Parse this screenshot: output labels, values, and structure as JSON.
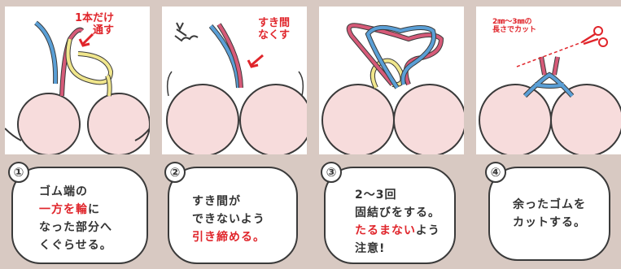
{
  "steps": [
    {
      "number": "①",
      "annotation": [
        "1本だけ",
        "通す"
      ],
      "lines": [
        [
          {
            "t": "ゴム端の",
            "red": false
          }
        ],
        [
          {
            "t": "一方を輪",
            "red": true
          },
          {
            "t": "に",
            "red": false
          }
        ],
        [
          {
            "t": "なった部分へ",
            "red": false
          }
        ],
        [
          {
            "t": "くぐらせる。",
            "red": false
          }
        ]
      ]
    },
    {
      "number": "②",
      "annotation": [
        "すき間",
        "なくす"
      ],
      "lines": [
        [
          {
            "t": "すき間が",
            "red": false
          }
        ],
        [
          {
            "t": "できないよう",
            "red": false
          }
        ],
        [
          {
            "t": "引き締める。",
            "red": true
          }
        ]
      ]
    },
    {
      "number": "③",
      "annotation": [],
      "lines": [
        [
          {
            "t": "2〜3回",
            "red": false
          }
        ],
        [
          {
            "t": "固結びをする。",
            "red": false
          }
        ],
        [
          {
            "t": "たるまない",
            "red": true
          },
          {
            "t": "よう",
            "red": false
          }
        ],
        [
          {
            "t": "注意!",
            "red": false
          }
        ]
      ]
    },
    {
      "number": "④",
      "annotation": [
        "2㎜〜3㎜の",
        "長さでカット"
      ],
      "lines": [
        [
          {
            "t": "余ったゴムを",
            "red": false
          }
        ],
        [
          {
            "t": "カットする。",
            "red": false
          }
        ]
      ]
    }
  ],
  "colors": {
    "background": "#d8c9c2",
    "bead": "#f7dcdc",
    "elastic_blue": "#5a9fd6",
    "elastic_pink": "#d65a78",
    "elastic_yellow": "#f0e68c",
    "accent_red": "#e0252b",
    "outline": "#3a3a3a"
  },
  "icons": {
    "scissors": "scissors-icon",
    "arrow": "red-arrow-icon",
    "motion": "wiggle-motion-icon"
  }
}
